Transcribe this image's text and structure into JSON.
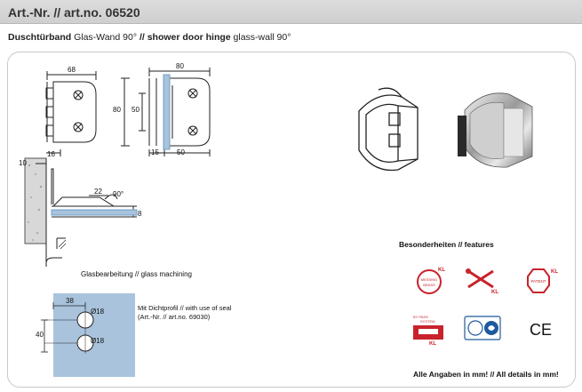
{
  "header": {
    "title": "Art.-Nr. // art.no. 06520"
  },
  "subtitle": {
    "bold_de": "Duschtürband",
    "normal_de": "Glas-Wand 90°",
    "sep": "//",
    "bold_en": "shower door hinge",
    "normal_en": "glass-wall 90°"
  },
  "drawing": {
    "dim_width_left": "68",
    "dim_width_right": "80",
    "dim_height_outer": "80",
    "dim_height_inner": "50",
    "dim_bottom_15": "15",
    "dim_bottom_50": "50",
    "dim_side_16": "16",
    "dim_side_10": "10",
    "dim_side_22": "22",
    "dim_angle": "90°",
    "dim_side_8": "8"
  },
  "glass_machining_label": "Glasbearbeitung // glass machining",
  "glass_plate": {
    "dim_38": "38",
    "dim_40": "40",
    "hole_top": "Ø18",
    "hole_bottom": "Ø18"
  },
  "seal_note": {
    "line1": "Mit Dichtprofil // with use of seal",
    "line2": "(Art.-Nr. // art.no. 69030)"
  },
  "features": {
    "title": "Besonderheiten // features",
    "icons": [
      {
        "name": "messing-icon",
        "text": "MESSING BRASS"
      },
      {
        "name": "tool-icon",
        "text": ""
      },
      {
        "name": "patent-icon",
        "text": "PATENT"
      },
      {
        "name": "easy-system-icon",
        "text": "BY PASS SYSTEM"
      },
      {
        "name": "certification-icon",
        "text": ""
      },
      {
        "name": "ce-icon",
        "text": "CE"
      }
    ],
    "kl_mark": "KL"
  },
  "footer": {
    "all_details": "Alle Angaben in mm! // All details in mm!"
  },
  "colors": {
    "header_bg": "#d4d4d4",
    "accent_red": "#c8232c",
    "glass_blue": "#a9c3dc",
    "glass_edge": "#6f9fc8"
  }
}
